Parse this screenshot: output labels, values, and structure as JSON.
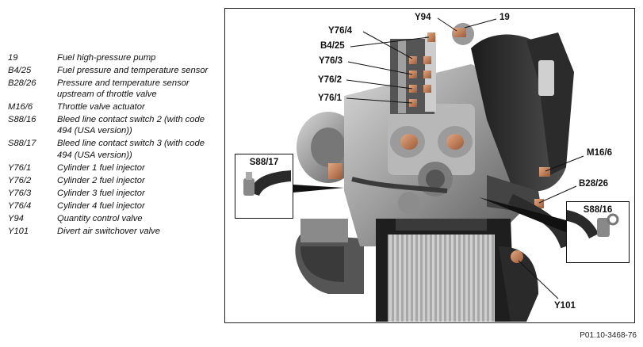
{
  "legend": [
    {
      "code": "19",
      "text": "Fuel high-pressure pump"
    },
    {
      "code": "B4/25",
      "text": "Fuel pressure and temperature sensor"
    },
    {
      "code": "B28/26",
      "text": "Pressure and temperature sensor upstream of throttle valve"
    },
    {
      "code": "M16/6",
      "text": "Throttle valve actuator"
    },
    {
      "code": "S88/16",
      "text": "Bleed line contact switch 2 (with code 494 (USA version))"
    },
    {
      "code": "S88/17",
      "text": "Bleed line contact switch 3 (with code 494 (USA version))"
    },
    {
      "code": "Y76/1",
      "text": "Cylinder 1 fuel injector"
    },
    {
      "code": "Y76/2",
      "text": "Cylinder 2 fuel injector"
    },
    {
      "code": "Y76/3",
      "text": "Cylinder 3 fuel injector"
    },
    {
      "code": "Y76/4",
      "text": "Cylinder 4 fuel injector"
    },
    {
      "code": "Y94",
      "text": "Quantity control valve"
    },
    {
      "code": "Y101",
      "text": "Divert air switchover valve"
    }
  ],
  "callouts": {
    "y94": "Y94",
    "n19": "19",
    "y76_4": "Y76/4",
    "b4_25": "B4/25",
    "y76_3": "Y76/3",
    "y76_2": "Y76/2",
    "y76_1": "Y76/1",
    "m16_6": "M16/6",
    "b28_26": "B28/26",
    "s88_17": "S88/17",
    "s88_16": "S88/16",
    "y101": "Y101"
  },
  "reference": "P01.10-3468-76",
  "colors": {
    "highlight": "#c8835a",
    "engine_dark": "#2a2a2a",
    "engine_mid": "#8a8a8a",
    "engine_light": "#c9c9c9"
  }
}
